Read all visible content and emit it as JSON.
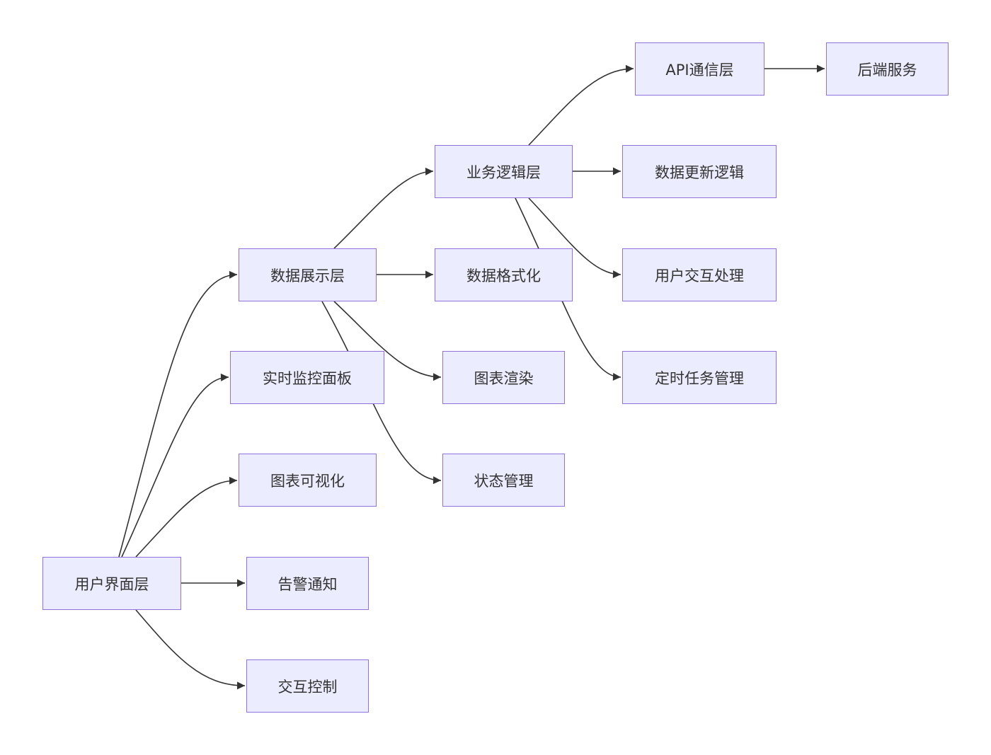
{
  "diagram": {
    "type": "flowchart",
    "direction": "LR",
    "colors": {
      "node_fill": "#ececff",
      "node_border": "#9370db",
      "text": "#333333",
      "edge": "#333333"
    },
    "nodes": {
      "ui": {
        "label": "用户界面层"
      },
      "display": {
        "label": "数据展示层"
      },
      "monitor": {
        "label": "实时监控面板"
      },
      "chartviz": {
        "label": "图表可视化"
      },
      "alert": {
        "label": "告警通知"
      },
      "interact": {
        "label": "交互控制"
      },
      "biz": {
        "label": "业务逻辑层"
      },
      "format": {
        "label": "数据格式化"
      },
      "render": {
        "label": "图表渲染"
      },
      "state": {
        "label": "状态管理"
      },
      "api": {
        "label": "API通信层"
      },
      "update": {
        "label": "数据更新逻辑"
      },
      "userint": {
        "label": "用户交互处理"
      },
      "timer": {
        "label": "定时任务管理"
      },
      "backend": {
        "label": "后端服务"
      }
    },
    "edges": [
      {
        "from": "ui",
        "to": "display"
      },
      {
        "from": "ui",
        "to": "monitor"
      },
      {
        "from": "ui",
        "to": "chartviz"
      },
      {
        "from": "ui",
        "to": "alert"
      },
      {
        "from": "ui",
        "to": "interact"
      },
      {
        "from": "display",
        "to": "biz"
      },
      {
        "from": "display",
        "to": "format"
      },
      {
        "from": "display",
        "to": "render"
      },
      {
        "from": "display",
        "to": "state"
      },
      {
        "from": "biz",
        "to": "api"
      },
      {
        "from": "biz",
        "to": "update"
      },
      {
        "from": "biz",
        "to": "userint"
      },
      {
        "from": "biz",
        "to": "timer"
      },
      {
        "from": "api",
        "to": "backend"
      }
    ]
  }
}
